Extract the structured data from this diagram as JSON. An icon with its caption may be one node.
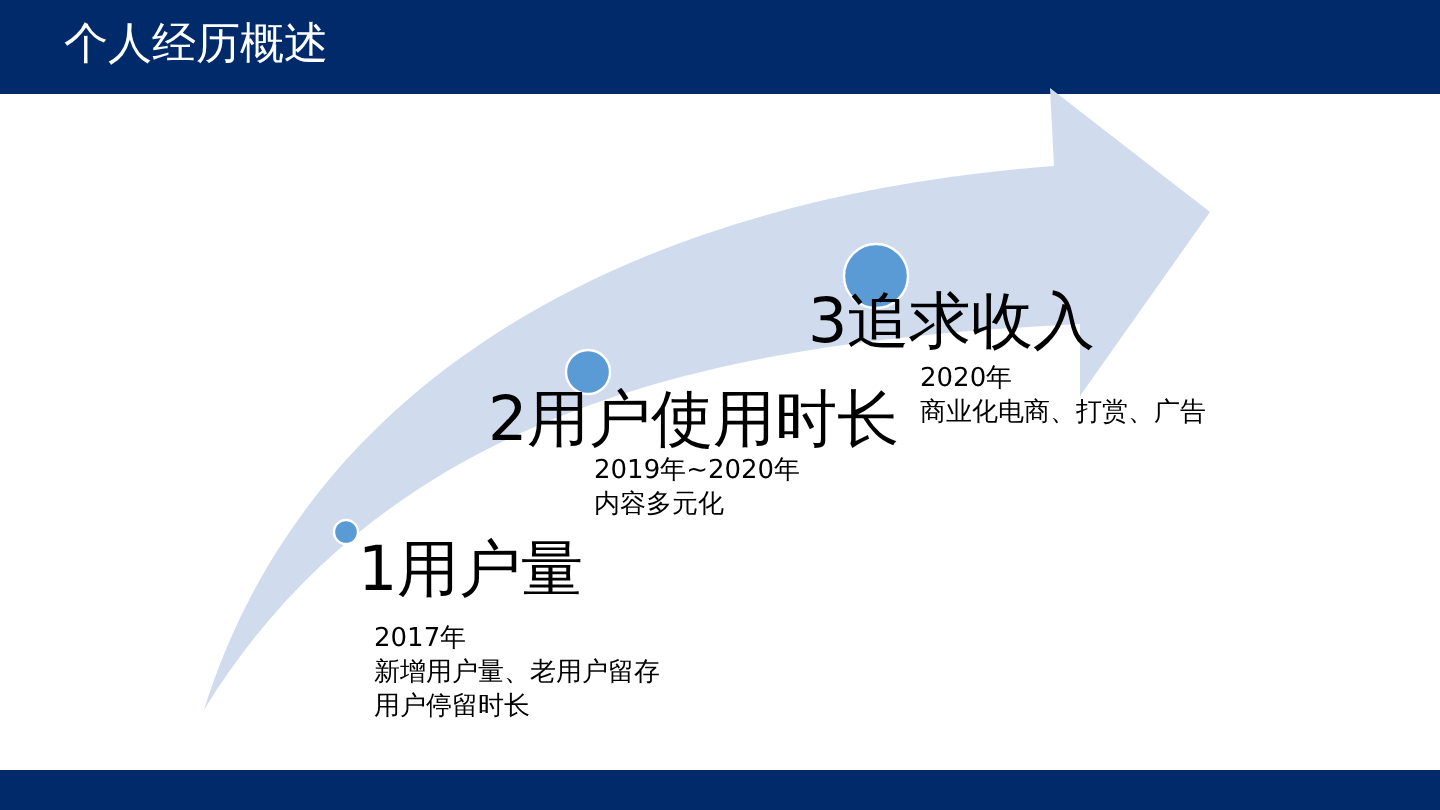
{
  "diagram": {
    "title": "个人经历概述",
    "nodes": [
      {
        "text": [
          "1用户量",
          "2017年",
          "新增用户量、老用户留存",
          "用户停留时长"
        ]
      },
      {
        "text": [
          "2用户使用时长",
          "2019年~2020年",
          "内容多元化"
        ]
      },
      {
        "text": [
          "3追求收入",
          "2020年",
          "商业化电商、打赏、广告"
        ]
      }
    ]
  }
}
